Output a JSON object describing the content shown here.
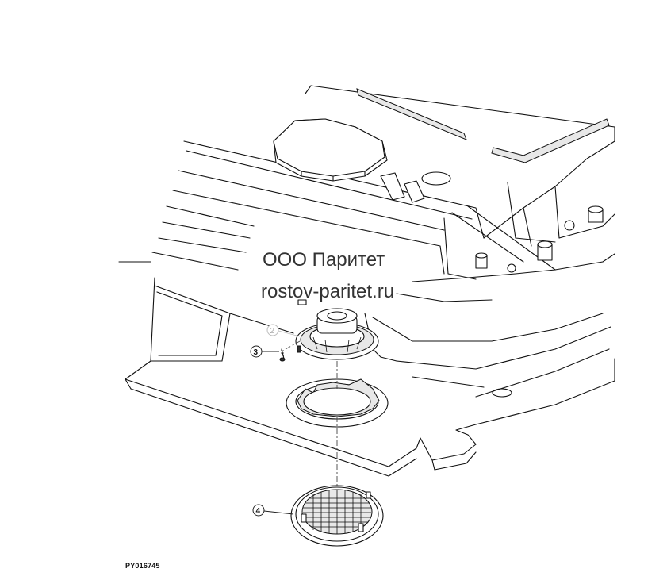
{
  "watermark": {
    "company": "ООО Паритет",
    "site": "rostov-paritet.ru"
  },
  "figure_id": "PY016745",
  "callouts": [
    {
      "number": "2",
      "style": "faint"
    },
    {
      "number": "3",
      "style": "normal"
    },
    {
      "number": "4",
      "style": "normal"
    }
  ]
}
